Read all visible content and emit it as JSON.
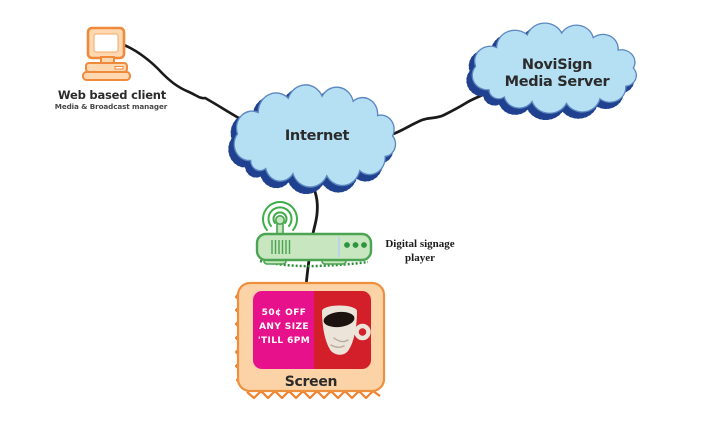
{
  "nodes": {
    "web_client": {
      "label": "Web based client",
      "sublabel": "Media & Broadcast manager"
    },
    "internet": {
      "label": "Internet"
    },
    "media_server": {
      "line1": "NoviSign",
      "line2": "Media Server"
    },
    "player": {
      "line1": "Digital signage",
      "line2": "player"
    },
    "screen": {
      "label": "Screen",
      "ad": {
        "line1": "50¢ OFF",
        "line2": "ANY SIZE",
        "line3": "'TILL 6PM"
      }
    }
  },
  "colors": {
    "cloud_fill": "#b5e0f4",
    "cloud_outline": "#5c88c0",
    "cloud_sketch": "#20418f",
    "orange_stroke": "#ef8a3d",
    "peach_fill": "#fdd8b0",
    "screen_fill": "#fcd3a6",
    "router_fill": "#c8e7c0",
    "router_stroke": "#4aa451",
    "wifi_green": "#3fae49",
    "led_stripe_blue": "#b8d4ea",
    "ad_magenta": "#e8118c",
    "ad_red": "#d31f2a",
    "cup_cream": "#ece4d8",
    "coffee_dark": "#1d1410",
    "wire_black": "#1a1a1a",
    "label_color": "#2b2b2b"
  }
}
